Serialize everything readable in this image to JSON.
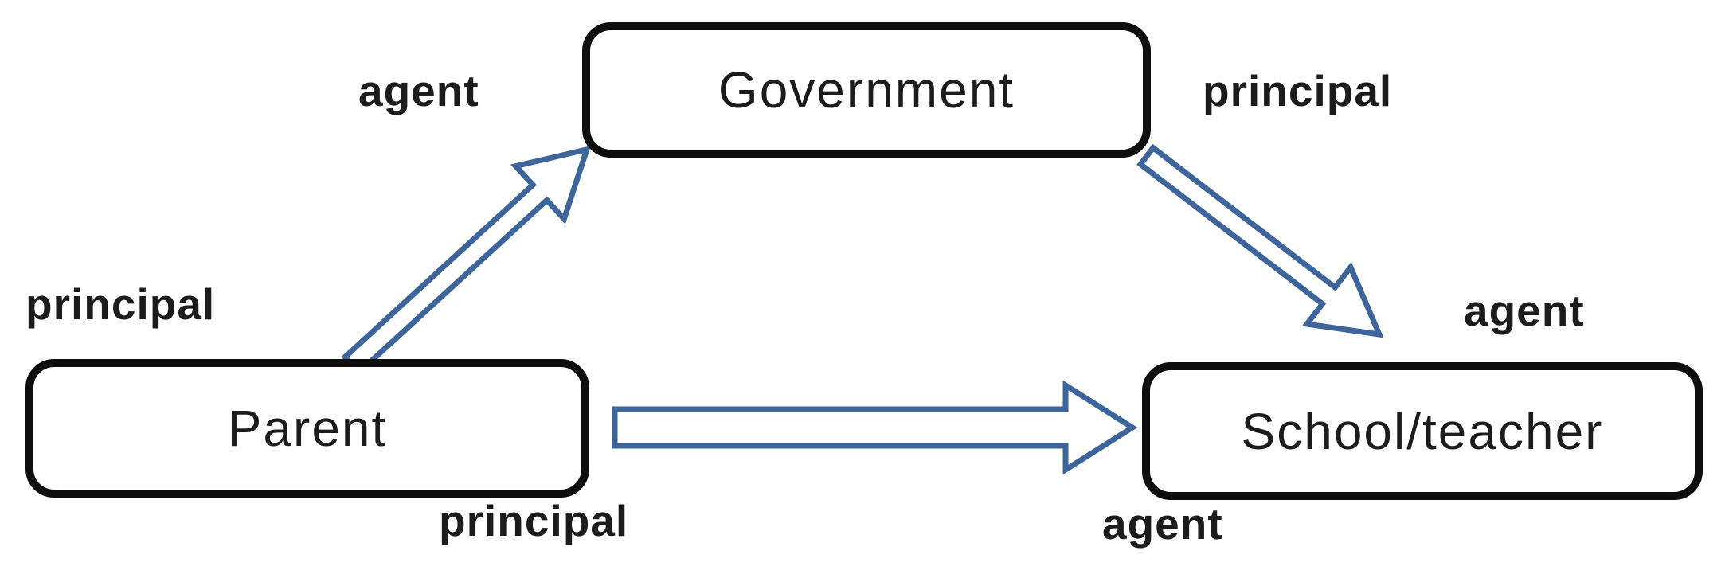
{
  "diagram": {
    "description": "Principal-agent relationship triangle between Parent, Government and School/teacher",
    "nodes": [
      {
        "id": "government",
        "label": "Government"
      },
      {
        "id": "parent",
        "label": "Parent"
      },
      {
        "id": "school",
        "label": "School/teacher"
      }
    ],
    "edges": [
      {
        "from": "Parent",
        "to": "Government",
        "from_role": "principal",
        "to_role": "agent"
      },
      {
        "from": "Government",
        "to": "School/teacher",
        "from_role": "principal",
        "to_role": "agent"
      },
      {
        "from": "Parent",
        "to": "School/teacher",
        "from_role": "principal",
        "to_role": "agent"
      }
    ],
    "colors": {
      "arrow_outline": "#3d659b",
      "box_border": "#0e0e0e",
      "text": "#1c1c1c",
      "background": "#ffffff"
    }
  }
}
